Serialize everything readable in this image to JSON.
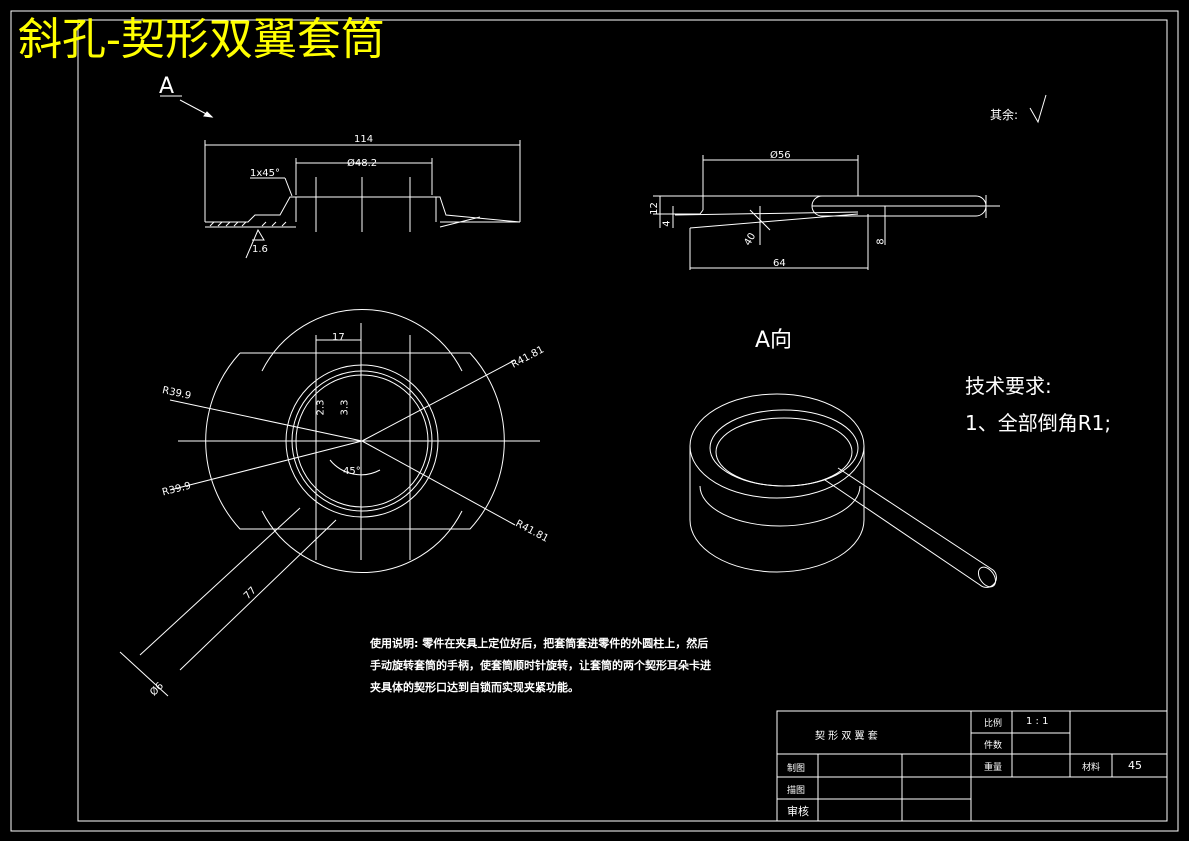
{
  "title": "斜孔-契形双翼套筒",
  "labels": {
    "view_arrow": "A",
    "view_label": "A向",
    "rough_other": "其余:",
    "rough_value": "1.6"
  },
  "dimensions": {
    "d114": "114",
    "d48_2": "Ø48.2",
    "chamfer": "1x45°",
    "d56": "Ø56",
    "d64": "64",
    "d12": "12",
    "d4": "4",
    "d8": "8",
    "d40": "40",
    "d17": "17",
    "d2_3": "2.3",
    "d3_3": "3.3",
    "r41_81_top": "R41.81",
    "r41_81_bottom": "R41.81",
    "r39_9_top": "R39.9",
    "r39_9_bottom": "R39.9",
    "ang45": "45°",
    "d77": "77",
    "d6": "Ø6"
  },
  "tech_requirements": {
    "title": "技术要求:",
    "item": "1、全部倒角R1;"
  },
  "usage_note": {
    "line1": "使用说明: 零件在夹具上定位好后，把套筒套进零件的外圆柱上，然后",
    "line2": "手动旋转套筒的手柄，使套筒顺时针旋转，让套筒的两个契形耳朵卡进",
    "line3": "夹具体的契形口达到自锁而实现夹紧功能。"
  },
  "title_block": {
    "part_name": "契 形 双 翼 套",
    "scale_label": "比例",
    "scale_value": "1 : 1",
    "count_label": "件数",
    "weight_label": "重量",
    "material_label": "材料",
    "material_value": "45",
    "drawn_label": "制图",
    "designed_label": "描图",
    "checked_label": "审核"
  },
  "colors": {
    "background": "#000000",
    "lines": "#ffffff",
    "title": "#ffff00"
  }
}
